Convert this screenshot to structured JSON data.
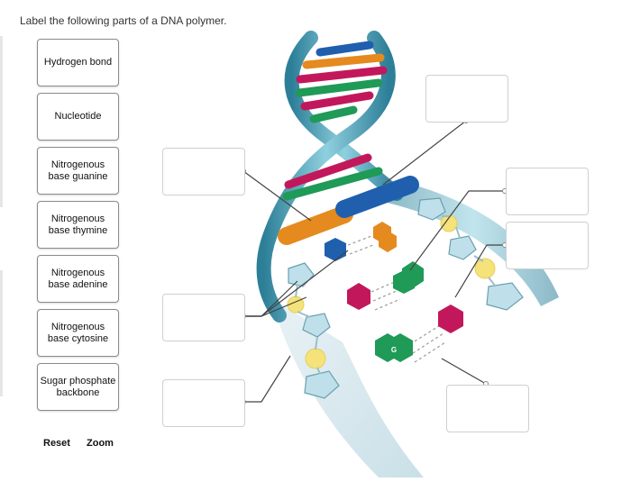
{
  "instruction": "Label the following parts of a DNA polymer.",
  "labels": [
    {
      "text": "Hydrogen bond"
    },
    {
      "text": "Nucleotide"
    },
    {
      "text": "Nitrogenous base guanine"
    },
    {
      "text": "Nitrogenous base thymine"
    },
    {
      "text": "Nitrogenous base adenine"
    },
    {
      "text": "Nitrogenous base cytosine"
    },
    {
      "text": "Sugar phosphate backbone"
    }
  ],
  "controls": {
    "reset": "Reset",
    "zoom": "Zoom"
  },
  "diagram": {
    "base_letter_g": "G"
  },
  "colors": {
    "helix_teal": "#3b8fa8",
    "guanine_green": "#1f9a57",
    "cytosine_magenta": "#c2185b",
    "adenine_orange": "#e58a1f",
    "thymine_blue": "#1f5fae",
    "sugar_blue": "#b9dbe6",
    "phosphate_yellow": "#f6e27a"
  }
}
